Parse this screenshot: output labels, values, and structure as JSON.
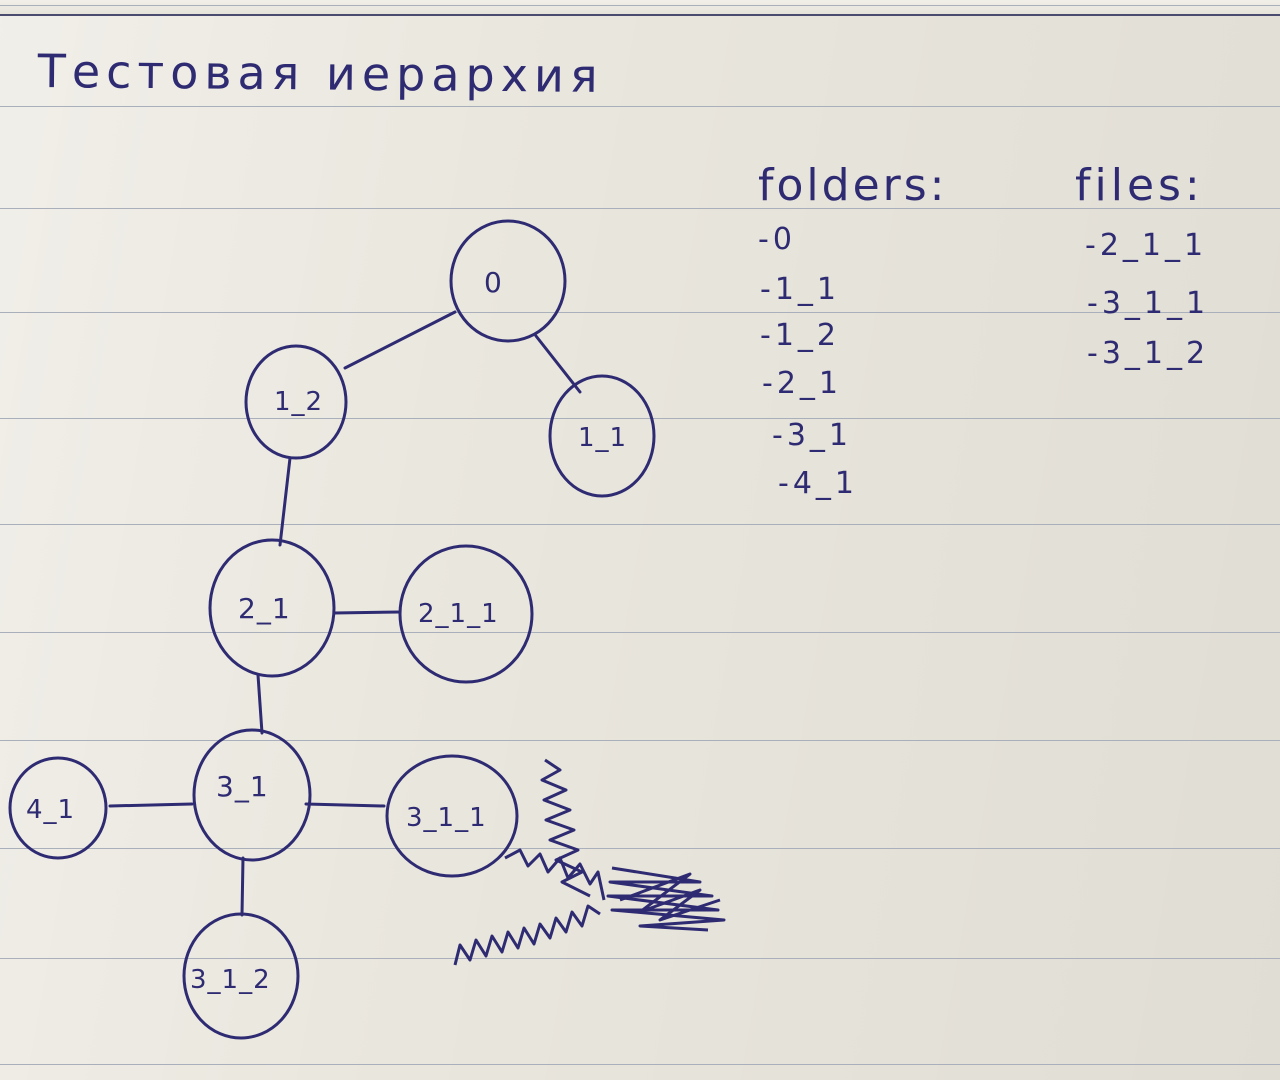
{
  "title": "Тестовая иерархия",
  "folders": {
    "heading": "folders:",
    "items": [
      "-0",
      "-1_1",
      "-1_2",
      "-2_1",
      "-3_1",
      "-4_1"
    ]
  },
  "files": {
    "heading": "files:",
    "items": [
      "-2_1_1",
      "-3_1_1",
      "-3_1_2"
    ]
  },
  "tree": {
    "nodes": [
      {
        "id": "0",
        "label": "0"
      },
      {
        "id": "1_2",
        "label": "1_2"
      },
      {
        "id": "1_1",
        "label": "1_1"
      },
      {
        "id": "2_1",
        "label": "2_1"
      },
      {
        "id": "2_1_1",
        "label": "2_1_1"
      },
      {
        "id": "3_1",
        "label": "3_1"
      },
      {
        "id": "4_1",
        "label": "4_1"
      },
      {
        "id": "3_1_1",
        "label": "3_1_1"
      },
      {
        "id": "3_1_2",
        "label": "3_1_2"
      }
    ],
    "edges": [
      [
        "0",
        "1_2"
      ],
      [
        "0",
        "1_1"
      ],
      [
        "1_2",
        "2_1"
      ],
      [
        "2_1",
        "2_1_1"
      ],
      [
        "2_1",
        "3_1"
      ],
      [
        "3_1",
        "4_1"
      ],
      [
        "3_1",
        "3_1_1"
      ],
      [
        "3_1",
        "3_1_2"
      ]
    ]
  },
  "colors": {
    "ink": "#2e2b72",
    "paper": "#e9e6dd",
    "rule": "#a9b0bb"
  }
}
